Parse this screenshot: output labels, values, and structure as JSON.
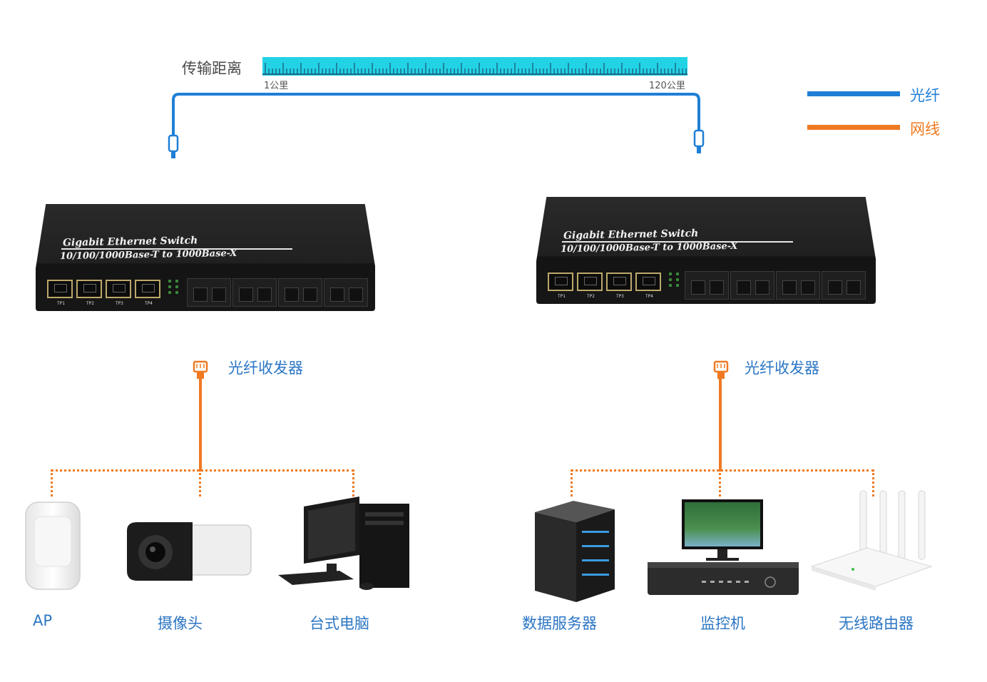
{
  "distance": {
    "title": "传输距离",
    "start_label": "1公里",
    "end_label": "120公里"
  },
  "legend": [
    {
      "label": "光纤",
      "color": "#1f7fd6"
    },
    {
      "label": "网线",
      "color": "#ef7a22"
    }
  ],
  "switch": {
    "line1": "Gigabit Ethernet Switch",
    "line2": "10/100/1000Base-T to 1000Base-X",
    "ports": [
      "TP1",
      "TP2",
      "TP3",
      "TP4"
    ]
  },
  "transceiver_label": "光纤收发器",
  "left_devices": [
    "AP",
    "摄像头",
    "台式电脑"
  ],
  "right_devices": [
    "数据服务器",
    "监控机",
    "无线路由器"
  ],
  "colors": {
    "fiber": "#1f7fd6",
    "cable": "#ef7a22",
    "ruler": "#22d3e6",
    "label_blue": "#2b76c4"
  }
}
